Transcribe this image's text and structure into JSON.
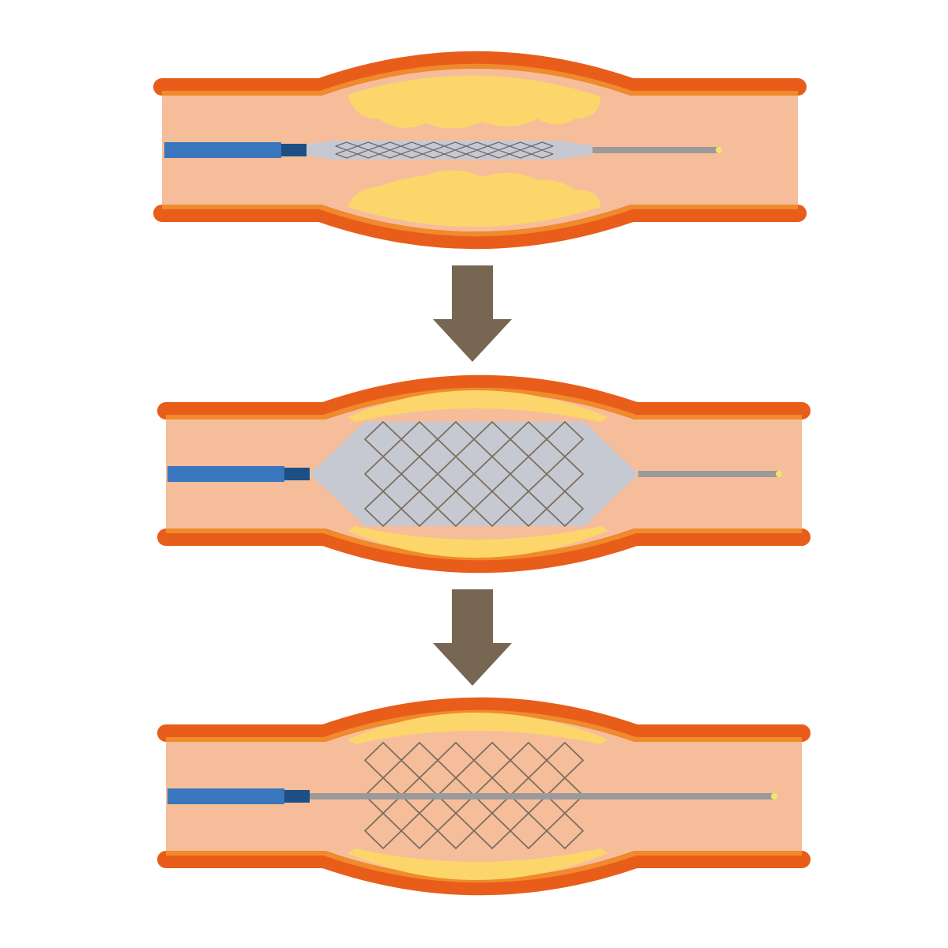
{
  "colors": {
    "background": "#ffffff",
    "vessel_wall_outer": "#e95d1b",
    "vessel_wall_inner": "#f08a2b",
    "vessel_lumen": "#f6bd9b",
    "plaque": "#fcd66a",
    "catheter": "#3a76bd",
    "catheter_tip": "#1d4f85",
    "balloon": "#c7c9d2",
    "stent_wire": "#7a6e5e",
    "crimped_wire": "#6b6a70",
    "guidewire": "#9a9a9a",
    "guidewire_tip": "#f3e56b",
    "arrow": "#766652"
  },
  "steps": [
    {
      "id": "step-1",
      "stage": "catheter-inserted",
      "balloon_expanded": false,
      "stent_expanded": false
    },
    {
      "id": "step-2",
      "stage": "balloon-inflated",
      "balloon_expanded": true,
      "stent_expanded": true
    },
    {
      "id": "step-3",
      "stage": "stent-deployed",
      "balloon_expanded": false,
      "stent_expanded": true
    }
  ]
}
